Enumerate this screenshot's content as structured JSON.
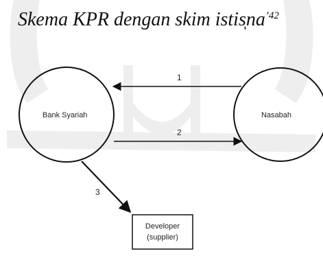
{
  "title": {
    "text": "Skema KPR dengan skim istis̩na",
    "superscript": "’42"
  },
  "nodes": {
    "bank": "Bank Syariah",
    "nasabah": "Nasabah",
    "developer_line1": "Developer",
    "developer_line2": "(supplier)"
  },
  "edges": {
    "e1": "1",
    "e2": "2",
    "e3": "3"
  }
}
